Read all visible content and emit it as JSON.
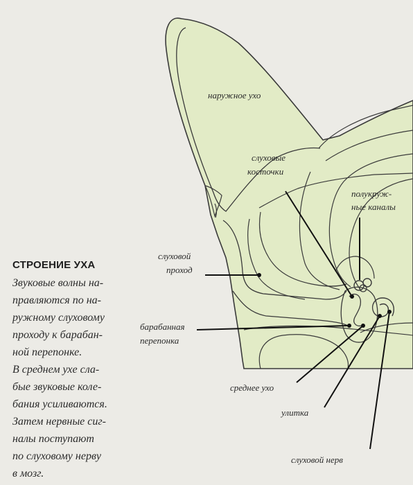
{
  "labels": {
    "outer_ear": "наружное ухо",
    "ossicles_1": "слуховые",
    "ossicles_2": "косточки",
    "canals_1": "полукруж-",
    "canals_2": "ные каналы",
    "auditory_canal_1": "слуховой",
    "auditory_canal_2": "проход",
    "eardrum_1": "барабанная",
    "eardrum_2": "перепонка",
    "middle_ear": "среднее ухо",
    "cochlea": "улитка",
    "auditory_nerve": "слуховой нерв"
  },
  "caption": {
    "title": "СТРОЕНИЕ УХА",
    "lines": [
      "Звуковые волны на-",
      "правляются по на-",
      "ружному слуховому",
      "проходу к барабан-",
      "ной перепонке.",
      "В среднем ухе сла-",
      "бые звуковые коле-",
      "бания усиливаются.",
      "Затем нервные сиг-",
      "налы поступают",
      "по слуховому нерву",
      "в мозг."
    ]
  },
  "colors": {
    "fill": "#e2ebc6",
    "stroke": "#3a3a3a",
    "background": "#ecebe6"
  }
}
